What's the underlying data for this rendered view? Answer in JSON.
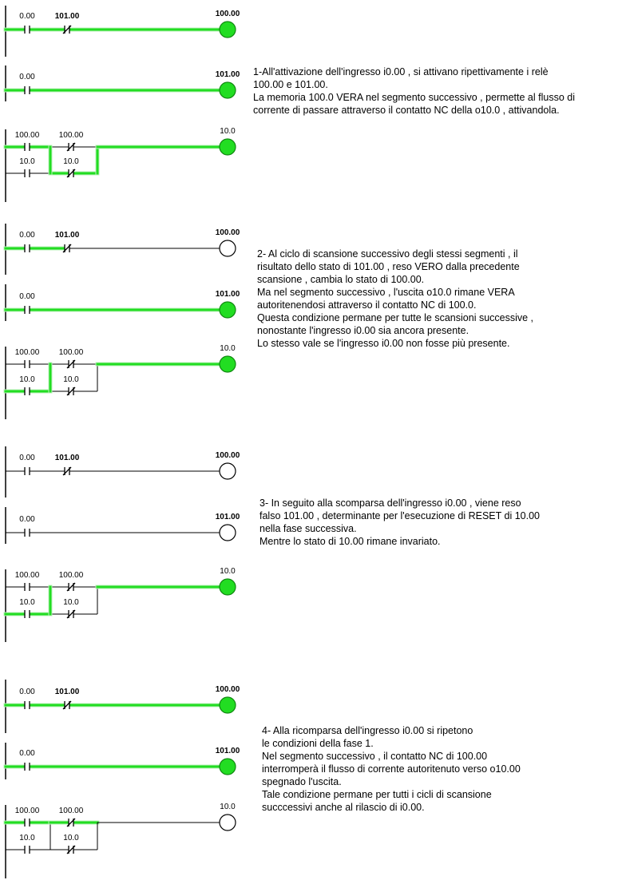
{
  "colors": {
    "active": "#22dd22",
    "active_dark": "#118811",
    "wire": "#000000",
    "coil_on": "#22dd22",
    "coil_off": "#ffffff"
  },
  "phases": [
    {
      "description": [
        "1-All'attivazione dell'ingresso i0.00 , si attivano ripettivamente i relè",
        "100.00 e 101.00.",
        "La memoria 100.0 VERA nel segmento successivo , permette al flusso di",
        "corrente di passare attraverso il contatto NC della o10.0 , attivandola."
      ],
      "rung1": {
        "contact_no": "0.00",
        "contact_nc": "101.00",
        "coil": "100.00",
        "coil_on": true,
        "seg_a": true,
        "seg_b": true
      },
      "rung2": {
        "contact_no": "0.00",
        "coil": "101.00",
        "coil_on": true,
        "seg_a": true
      },
      "rung3": {
        "c1": "100.00",
        "c2": "100.00",
        "c3": "10.0",
        "c4": "10.0",
        "coil": "10.0",
        "coil_on": true,
        "top_a": true,
        "top_mid": false,
        "top_b": true,
        "bot_a": false,
        "bot_mid": true,
        "bot_b": true,
        "left_vert": true,
        "mid_vert": true,
        "right_vert": true
      }
    },
    {
      "description": [
        "2- Al ciclo di scansione successivo degli stessi segmenti , il",
        "risultato dello stato di 101.00 , reso VERO dalla precedente",
        "scansione , cambia lo stato di 100.00.",
        "Ma nel segmento successivo , l'uscita o10.0 rimane VERA",
        "autoritenendosi attraverso il contatto NC di 100.0.",
        "Questa condizione permane per tutte le scansioni successive ,",
        "nonostante l'ingresso i0.00 sia ancora presente.",
        "Lo stesso vale se l'ingresso i0.00 non fosse più presente."
      ],
      "rung1": {
        "contact_no": "0.00",
        "contact_nc": "101.00",
        "coil": "100.00",
        "coil_on": false,
        "seg_a": true,
        "seg_b": false
      },
      "rung2": {
        "contact_no": "0.00",
        "coil": "101.00",
        "coil_on": true,
        "seg_a": true
      },
      "rung3": {
        "c1": "100.00",
        "c2": "100.00",
        "c3": "10.0",
        "c4": "10.0",
        "coil": "10.0",
        "coil_on": true,
        "top_a": false,
        "top_mid": false,
        "top_b": true,
        "bot_a": true,
        "bot_mid": false,
        "bot_b": false,
        "left_vert": false,
        "mid_vert": true,
        "right_vert": false
      }
    },
    {
      "description": [
        "3- In seguito alla scomparsa dell'ingresso i0.00 , viene reso",
        "falso 101.00 , determinante per l'esecuzione di RESET di 10.00",
        "nella fase successiva.",
        "Mentre lo stato di 10.00 rimane invariato."
      ],
      "rung1": {
        "contact_no": "0.00",
        "contact_nc": "101.00",
        "coil": "100.00",
        "coil_on": false,
        "seg_a": false,
        "seg_b": false
      },
      "rung2": {
        "contact_no": "0.00",
        "coil": "101.00",
        "coil_on": false,
        "seg_a": false
      },
      "rung3": {
        "c1": "100.00",
        "c2": "100.00",
        "c3": "10.0",
        "c4": "10.0",
        "coil": "10.0",
        "coil_on": true,
        "top_a": false,
        "top_mid": false,
        "top_b": true,
        "bot_a": true,
        "bot_mid": false,
        "bot_b": false,
        "left_vert": false,
        "mid_vert": true,
        "right_vert": false
      }
    },
    {
      "description": [
        "4- Alla ricomparsa dell'ingresso i0.00 si ripetono",
        "le condizioni della fase 1.",
        "Nel segmento successivo , il contatto NC di 100.00",
        "interromperà il flusso di corrente autoritenuto verso o10.00",
        "spegnado l'uscita.",
        "Tale condizione permane per tutti i cicli di scansione",
        "succcessivi anche al rilascio di i0.00."
      ],
      "rung1": {
        "contact_no": "0.00",
        "contact_nc": "101.00",
        "coil": "100.00",
        "coil_on": true,
        "seg_a": true,
        "seg_b": true
      },
      "rung2": {
        "contact_no": "0.00",
        "coil": "101.00",
        "coil_on": true,
        "seg_a": true
      },
      "rung3": {
        "c1": "100.00",
        "c2": "100.00",
        "c3": "10.0",
        "c4": "10.0",
        "coil": "10.0",
        "coil_on": false,
        "top_a": true,
        "top_mid": true,
        "top_b": false,
        "bot_a": false,
        "bot_mid": false,
        "bot_b": false,
        "left_vert": false,
        "mid_vert": false,
        "right_vert": false
      }
    }
  ]
}
